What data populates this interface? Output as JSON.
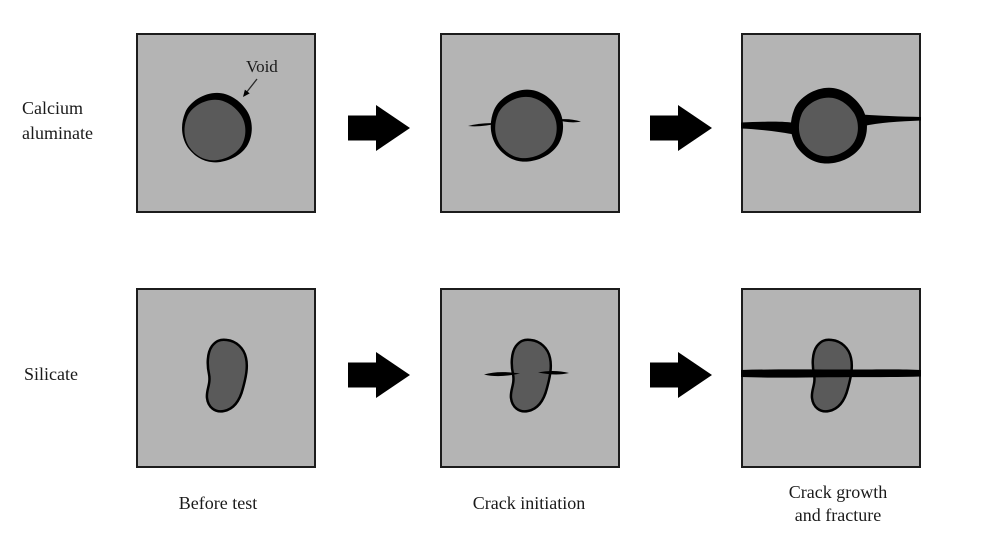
{
  "diagram": {
    "rows": [
      {
        "label": "Calcium\naluminate"
      },
      {
        "label": "Silicate"
      }
    ],
    "columns": [
      {
        "label": "Before test"
      },
      {
        "label": "Crack initiation"
      },
      {
        "label": "Crack growth\nand fracture"
      }
    ],
    "annotations": {
      "void_label": "Void"
    },
    "colors": {
      "background": "#ffffff",
      "matrix_fill": "#b4b4b4",
      "matrix_border": "#1c1c1c",
      "inclusion_fill": "#5a5a5a",
      "crack_fill": "#000000",
      "text_color": "#1a1a1a"
    }
  }
}
